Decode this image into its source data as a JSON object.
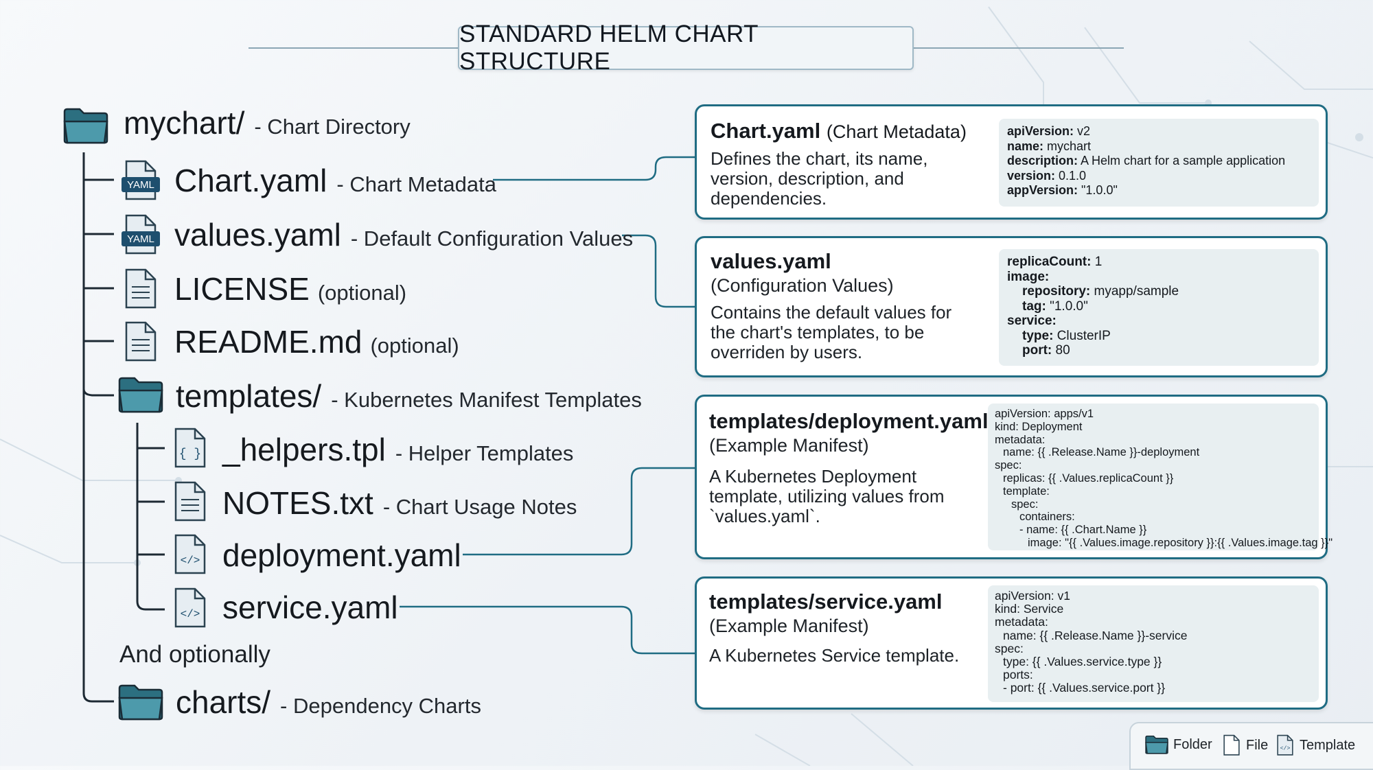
{
  "title": "STANDARD HELM CHART STRUCTURE",
  "tree": {
    "root": {
      "name": "mychart/",
      "desc": "- Chart Directory",
      "icon": "folder-icon"
    },
    "items": [
      {
        "name": "Chart.yaml",
        "desc": "- Chart Metadata",
        "icon": "yaml-file-icon",
        "badge": "YAML"
      },
      {
        "name": "values.yaml",
        "desc": "- Default Configuration Values",
        "icon": "yaml-file-icon",
        "badge": "YAML"
      },
      {
        "name": "LICENSE",
        "desc": "(optional)",
        "icon": "file-icon"
      },
      {
        "name": "README.md",
        "desc": "(optional)",
        "icon": "file-icon"
      },
      {
        "name": "templates/",
        "desc": "- Kubernetes Manifest Templates",
        "icon": "folder-icon"
      }
    ],
    "template_items": [
      {
        "name": "_helpers.tpl",
        "desc": "- Helper Templates",
        "icon": "braces-file-icon"
      },
      {
        "name": "NOTES.txt",
        "desc": "- Chart Usage Notes",
        "icon": "file-icon"
      },
      {
        "name": "deployment.yaml",
        "desc": "",
        "icon": "code-file-icon"
      },
      {
        "name": "service.yaml",
        "desc": "",
        "icon": "code-file-icon"
      }
    ],
    "optional_label": "And optionally",
    "charts": {
      "name": "charts/",
      "desc": "- Dependency Charts",
      "icon": "folder-icon"
    }
  },
  "cards": [
    {
      "title": "Chart.yaml",
      "title_suffix": "(Chart Metadata)",
      "subtitle": "",
      "desc": [
        "Defines the chart, its name,",
        "version, description, and",
        "dependencies."
      ],
      "code": [
        {
          "k": "apiVersion:",
          "v": " v2",
          "i": 0
        },
        {
          "k": "name:",
          "v": " mychart",
          "i": 0
        },
        {
          "k": "description:",
          "v": " A Helm chart for a sample application",
          "i": 0
        },
        {
          "k": "version:",
          "v": " 0.1.0",
          "i": 0
        },
        {
          "k": "appVersion:",
          "v": " \"1.0.0\"",
          "i": 0
        }
      ]
    },
    {
      "title": "values.yaml",
      "title_suffix": "",
      "subtitle": "(Configuration Values)",
      "desc": [
        "Contains the default values for",
        "the chart's templates, to be",
        "overriden by users."
      ],
      "code": [
        {
          "k": "replicaCount:",
          "v": " 1",
          "i": 0
        },
        {
          "k": "image:",
          "v": "",
          "i": 0
        },
        {
          "k": "repository:",
          "v": " myapp/sample",
          "i": 1
        },
        {
          "k": "tag:",
          "v": " \"1.0.0\"",
          "i": 1
        },
        {
          "k": "service:",
          "v": "",
          "i": 0
        },
        {
          "k": "type:",
          "v": " ClusterIP",
          "i": 1
        },
        {
          "k": "port:",
          "v": " 80",
          "i": 1
        }
      ]
    },
    {
      "title": "templates/deployment.yaml",
      "title_suffix": "",
      "subtitle": "(Example Manifest)",
      "desc": [
        "A Kubernetes Deployment",
        "template, utilizing values from",
        "`values.yaml`."
      ],
      "code": [
        {
          "k": "apiVersion: apps/v1",
          "v": "",
          "i": 0
        },
        {
          "k": "kind: Deployment",
          "v": "",
          "i": 0
        },
        {
          "k": "metadata:",
          "v": "",
          "i": 0
        },
        {
          "k": "name: {{ .Release.Name }}-deployment",
          "v": "",
          "i": 1
        },
        {
          "k": "spec:",
          "v": "",
          "i": 0
        },
        {
          "k": "replicas: {{ .Values.replicaCount }}",
          "v": "",
          "i": 1
        },
        {
          "k": "template:",
          "v": "",
          "i": 1
        },
        {
          "k": "spec:",
          "v": "",
          "i": 2
        },
        {
          "k": "containers:",
          "v": "",
          "i": 3
        },
        {
          "k": "- name: {{ .Chart.Name }}",
          "v": "",
          "i": 3
        },
        {
          "k": "image: \"{{ .Values.image.repository }}:{{ .Values.image.tag }}\"",
          "v": "",
          "i": 4
        }
      ]
    },
    {
      "title": "templates/service.yaml",
      "title_suffix": "",
      "subtitle": "(Example Manifest)",
      "desc": [
        "A Kubernetes Service template."
      ],
      "code": [
        {
          "k": "apiVersion: v1",
          "v": "",
          "i": 0
        },
        {
          "k": "kind: Service",
          "v": "",
          "i": 0
        },
        {
          "k": "metadata:",
          "v": "",
          "i": 0
        },
        {
          "k": "name: {{ .Release.Name }}-service",
          "v": "",
          "i": 1
        },
        {
          "k": "spec:",
          "v": "",
          "i": 0
        },
        {
          "k": "type: {{ .Values.service.type }}",
          "v": "",
          "i": 1
        },
        {
          "k": "ports:",
          "v": "",
          "i": 1
        },
        {
          "k": "- port: {{ .Values.service.port }}",
          "v": "",
          "i": 1
        }
      ]
    }
  ],
  "legend": [
    {
      "label": "Folder",
      "icon": "folder-icon"
    },
    {
      "label": "File",
      "icon": "file-icon"
    },
    {
      "label": "Template",
      "icon": "code-file-icon"
    }
  ],
  "colors": {
    "accent": "#1f6c83",
    "folder": "#3f8b9c",
    "file_fill": "#e6edf2",
    "code_bg": "#e8eff1"
  }
}
